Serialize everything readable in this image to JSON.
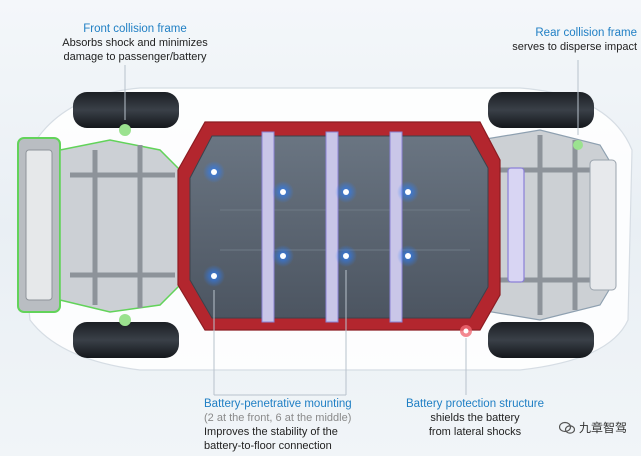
{
  "labels": {
    "front": {
      "title": "Front collision frame",
      "line1": "Absorbs shock and minimizes",
      "line2": "damage to passenger/battery"
    },
    "rear": {
      "title": "Rear collision frame",
      "line1": "serves to disperse impact"
    },
    "mounting": {
      "title": "Battery-penetrative mounting",
      "note": "(2 at the front, 6 at the middle)",
      "line1": "Improves the stability of the",
      "line2": "battery-to-floor connection"
    },
    "protection": {
      "title": "Battery protection structure",
      "line1": "shields the battery",
      "line2": "from lateral shocks"
    }
  },
  "watermark": {
    "text": "九章智驾"
  },
  "colors": {
    "accent_blue": "#1f7fc4",
    "protection_frame": "#b3262e",
    "front_frame_outline": "#62d35a",
    "battery": "#5b6673",
    "battery_dividers": "#c9c6e8",
    "mount_points": "#2b6fd6"
  }
}
